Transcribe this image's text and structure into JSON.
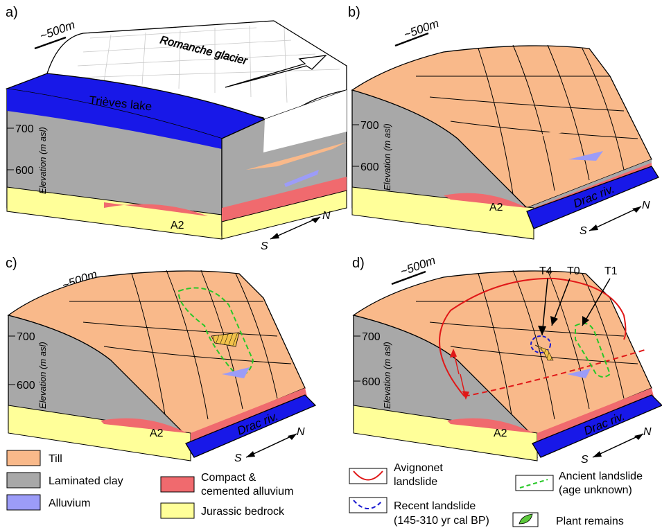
{
  "colors": {
    "till": "#f9b98a",
    "clay": "#a8a8a8",
    "alluvium": "#9c9cf8",
    "compact_alluvium": "#f06a6e",
    "bedrock": "#ffff99",
    "water": "#1010e0",
    "glacier": "#ffffff",
    "avignonet_line": "#e01818",
    "recent_line": "#1818d0",
    "ancient_line": "#28c828"
  },
  "panels": {
    "a": {
      "letter": "a)",
      "scale": "~500m",
      "glacier_label": "Romanche glacier",
      "lake_label": "Trièves lake",
      "elevation_axis": "Elevation (m asl)",
      "ticks": [
        "700",
        "600"
      ],
      "unit_label": "A2",
      "compass_s": "S",
      "compass_n": "N"
    },
    "b": {
      "letter": "b)",
      "scale": "~500m",
      "elevation_axis": "Elevation (m asl)",
      "ticks": [
        "700",
        "600"
      ],
      "unit_label": "A2",
      "river_label": "Drac riv.",
      "compass_s": "S",
      "compass_n": "N"
    },
    "c": {
      "letter": "c)",
      "scale": "~500m",
      "elevation_axis": "Elevation (m asl)",
      "ticks": [
        "700",
        "600"
      ],
      "unit_label": "A2",
      "river_label": "Drac riv.",
      "compass_s": "S",
      "compass_n": "N"
    },
    "d": {
      "letter": "d)",
      "scale": "~500m",
      "elevation_axis": "Elevation (m asl)",
      "ticks": [
        "700",
        "600"
      ],
      "unit_label": "A2",
      "river_label": "Drac riv.",
      "compass_s": "S",
      "compass_n": "N",
      "callouts": [
        "T4",
        "T0",
        "T1"
      ]
    }
  },
  "legend": {
    "till": "Till",
    "clay": "Laminated clay",
    "alluvium": "Alluvium",
    "compact_line1": "Compact &",
    "compact_line2": "cemented alluvium",
    "bedrock": "Jurassic bedrock",
    "avignonet_line1": "Avignonet",
    "avignonet_line2": "landslide",
    "recent_line1": "Recent landslide",
    "recent_line2": "(145-310 yr cal BP)",
    "ancient_line1": "Ancient landslide",
    "ancient_line2": "(age unknown)",
    "plant": "Plant remains"
  }
}
